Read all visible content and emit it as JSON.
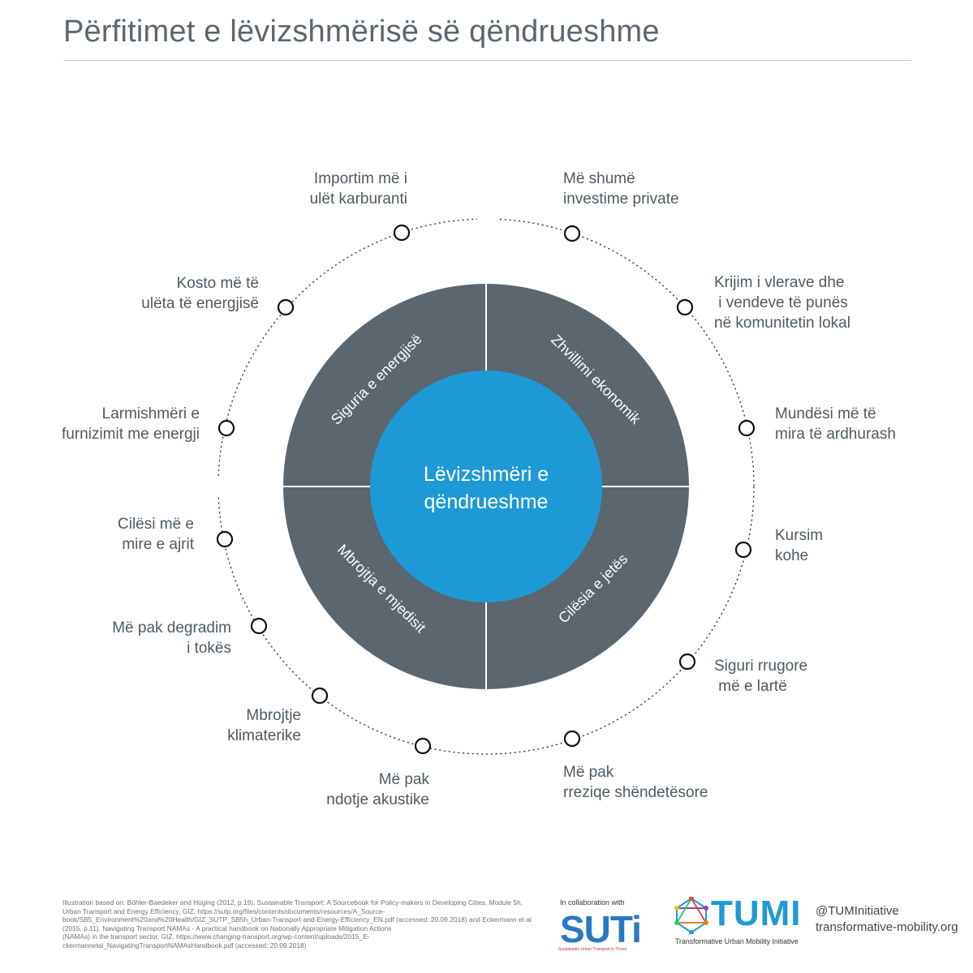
{
  "title": "Përfitimet e lëvizshmërisë së qëndrueshme",
  "center": {
    "line1": "Lëvizshmëri e",
    "line2": "qëndrueshme"
  },
  "quadrants": [
    {
      "id": "top-left",
      "label": "Siguria e energjisë"
    },
    {
      "id": "top-right",
      "label": "Zhvillimi ekonomik"
    },
    {
      "id": "bottom-left",
      "label": "Mbrojtja e mjedisit"
    },
    {
      "id": "bottom-right",
      "label": "Cilësia e jetës"
    }
  ],
  "benefits": [
    {
      "lines": [
        "Importim më i",
        "ulët karburanti"
      ]
    },
    {
      "lines": [
        "Më shumë",
        "investime private"
      ]
    },
    {
      "lines": [
        "Kosto më të",
        "ulëta të energjisë"
      ]
    },
    {
      "lines": [
        "Krijim i vlerave dhe",
        " i vendeve të punës",
        "në komunitetin lokal"
      ]
    },
    {
      "lines": [
        "Larmishmëri e",
        "furnizimit me energji"
      ]
    },
    {
      "lines": [
        "Mundësi më të",
        "mira të ardhurash"
      ]
    },
    {
      "lines": [
        "Cilësi më e",
        "mire e ajrit"
      ]
    },
    {
      "lines": [
        "Kursim",
        "kohe"
      ]
    },
    {
      "lines": [
        "Më pak degradim",
        "i tokës"
      ]
    },
    {
      "lines": [
        "Siguri rrugore",
        " më e lartë"
      ]
    },
    {
      "lines": [
        "Mbrojtje",
        "klimaterike"
      ]
    },
    {
      "lines": [
        "Më pak",
        "ndotje akustike"
      ]
    },
    {
      "lines": [
        "Më pak",
        "rreziqe shëndetësore"
      ]
    }
  ],
  "footer": {
    "source_lines": [
      "Illustration based on: Böhler-Baedeker and Hüging (2012, p.19). Sustainable Transport: A Sourcebook for Policy-makers in Developing Cities, Module 5h,",
      "Urban Transport and Energy Efficiency, GIZ. https://sutp.org/files/contents/documents/resources/A_Source-",
      "book/SB5_Environment%20and%20Health/GIZ_SUTP_SB5h_Urban-Transport-and-Energy-Efficiency_EN.pdf (accessed: 20.09.2018) and Eckermann et al",
      "(2015, p.11). Navigating Transport NAMAs - A practical handbook on Nationally Appropriate Mitigation Actions",
      "(NAMAs) in the transport sector, GIZ. https://www.changing-transport.org/wp-content/uploads/2015_E-",
      "ckermannetal_NavigatingTransportNAMAsHandbook.pdf (accessed: 20.09.2018)"
    ],
    "collab": "In collaboration with",
    "suti": "SUTi",
    "suti_sub": "Sustainable Urban Transport in Tirana",
    "tumi": "TUMI",
    "tumi_sub": "Transformative Urban Mobility Initiative",
    "handle": "@TUMInitiative",
    "website": "transformative-mobility.org"
  },
  "colors": {
    "ring": "#5b666e",
    "center": "#1d9ad6",
    "text": "#4f5a63",
    "tumi": "#1e9ad6"
  }
}
